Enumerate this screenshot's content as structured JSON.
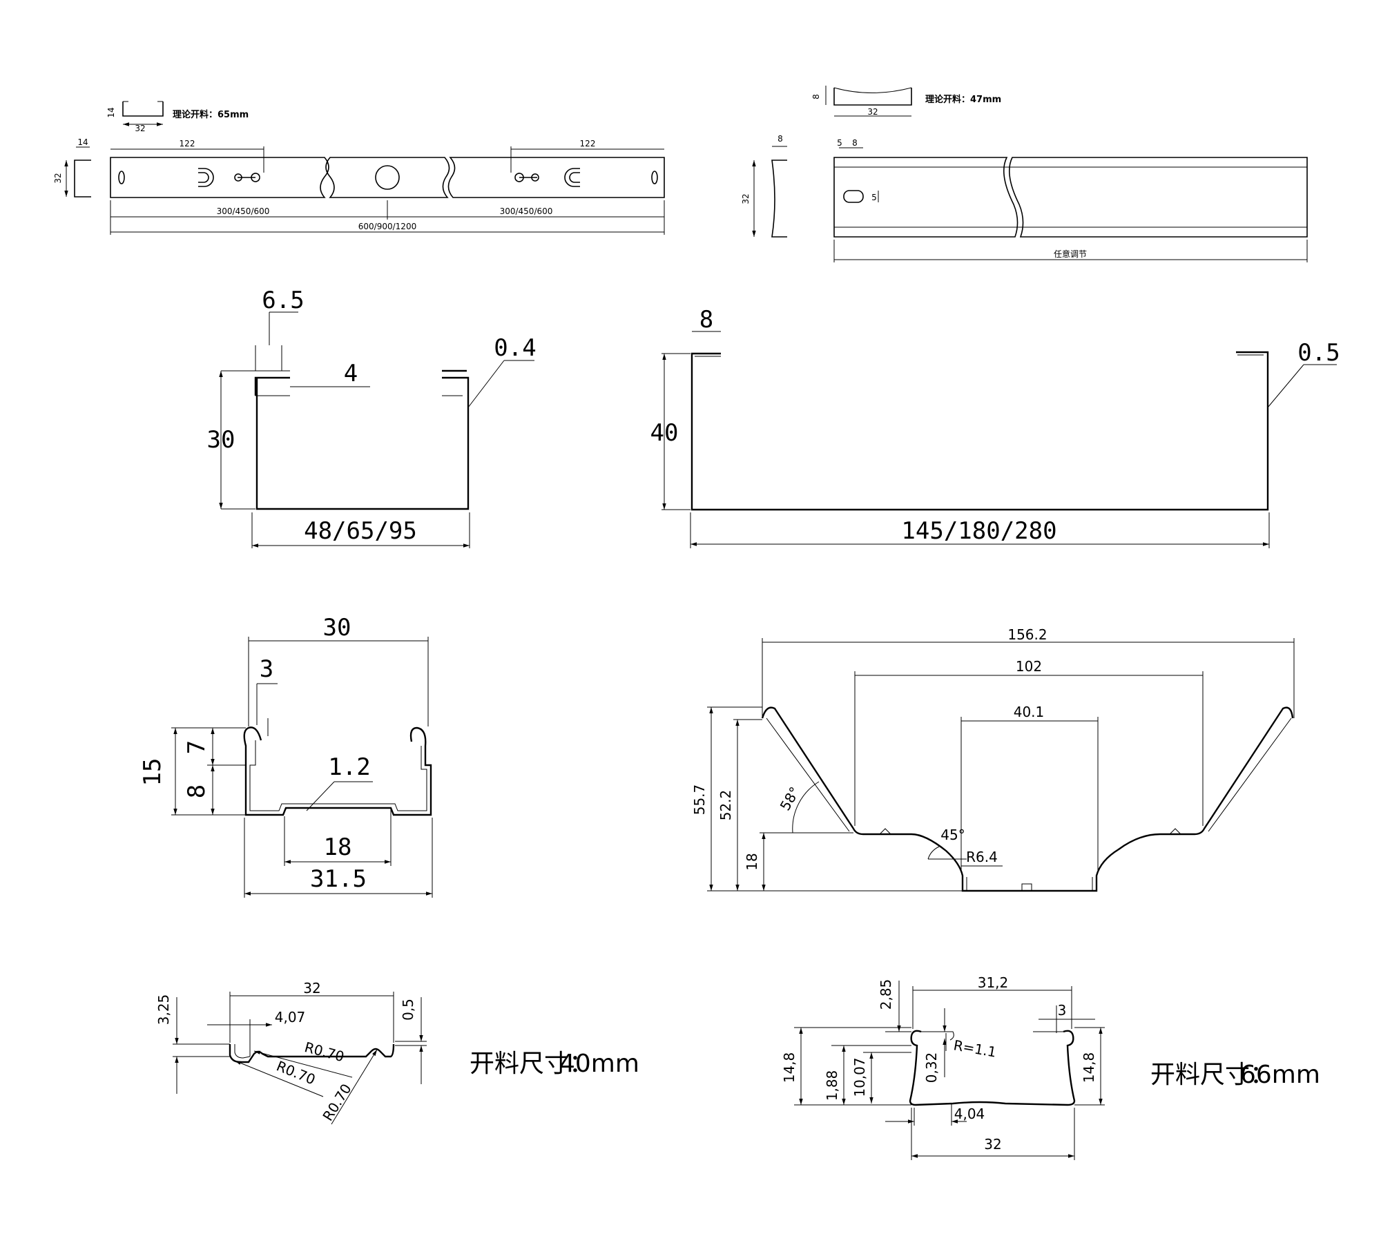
{
  "sheet": {
    "top_left": {
      "spec_label": "理论开料：65mm",
      "icon_w": "32",
      "icon_h": "14",
      "end_w": "14",
      "end_h": "32",
      "offset_left": "122",
      "offset_right": "122",
      "half_left": "300/450/600",
      "half_right": "300/450/600",
      "total_length": "600/900/1200"
    },
    "top_right": {
      "spec_label": "理论开料：47mm",
      "icon_w": "32",
      "icon_h": "8",
      "end_w": "8",
      "end_h": "32",
      "hole_a": "5",
      "hole_b": "8",
      "hole_c": "5",
      "length_label": "任意调节"
    },
    "profile_a": {
      "top_width": "6.5",
      "lip": "4",
      "height": "30",
      "thickness": "0.4",
      "width": "48/65/95"
    },
    "profile_b": {
      "lip": "8",
      "height": "40",
      "thickness": "0.5",
      "width": "145/180/280"
    },
    "profile_c": {
      "top_width": "30",
      "lip": "3",
      "height_total": "15",
      "upper_part": "7",
      "lower_part": "8",
      "groove_depth": "1.2",
      "groove_width": "18",
      "base_width": "31.5"
    },
    "profile_d": {
      "overall": "156.2",
      "mid": "102",
      "inner": "40.1",
      "h_total": "55.7",
      "h_mid": "52.2",
      "h_low": "18",
      "angle_side": "58°",
      "angle_bend": "45°",
      "radius": "R6.4"
    },
    "profile_e": {
      "width": "32",
      "lip": "4,07",
      "h_left": "3,25",
      "h_right": "0,5",
      "r1": "R0.70",
      "r2": "R0.70",
      "r3": "R0.70",
      "cut_label": "开料尺寸：",
      "cut_value": "40mm"
    },
    "profile_f": {
      "top_width": "31,2",
      "top_gap": "2,85",
      "notch": "3",
      "radius": "R=1.1",
      "h_left": "14,8",
      "h_right": "14,8",
      "h_a": "1,88",
      "h_b": "10,07",
      "h_c": "0,32",
      "base_lip": "4,04",
      "base_width": "32",
      "cut_label": "开料尺寸：",
      "cut_value": "66mm"
    }
  }
}
